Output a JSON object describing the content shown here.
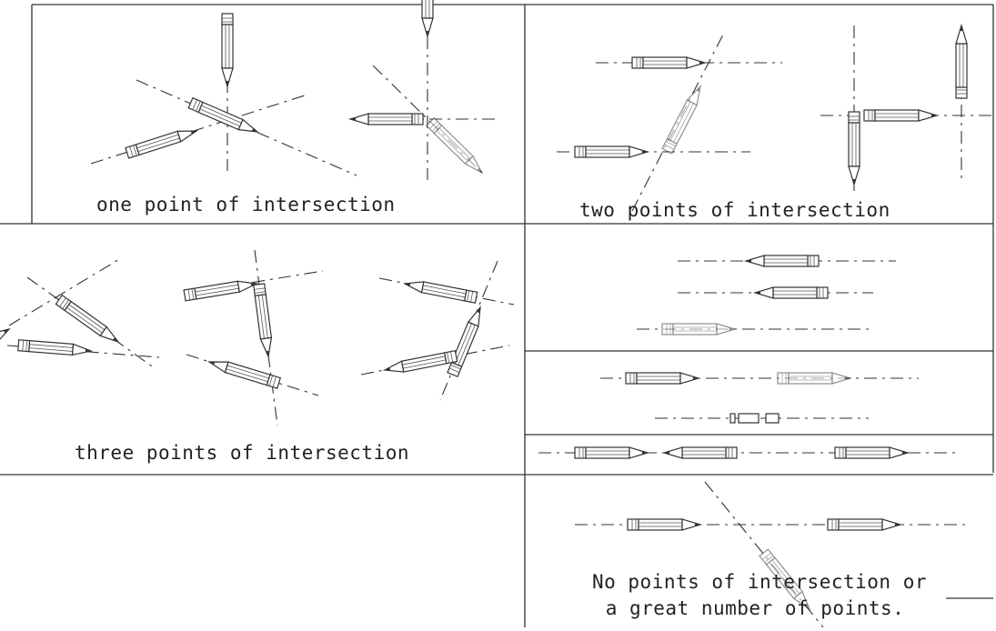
{
  "panels": {
    "one": {
      "caption": "one point of intersection"
    },
    "two": {
      "caption": "two points of intersection"
    },
    "three": {
      "caption": "three points of intersection"
    },
    "none": {
      "caption_line1": "No points of intersection or",
      "caption_line2": "a great number of points."
    }
  }
}
